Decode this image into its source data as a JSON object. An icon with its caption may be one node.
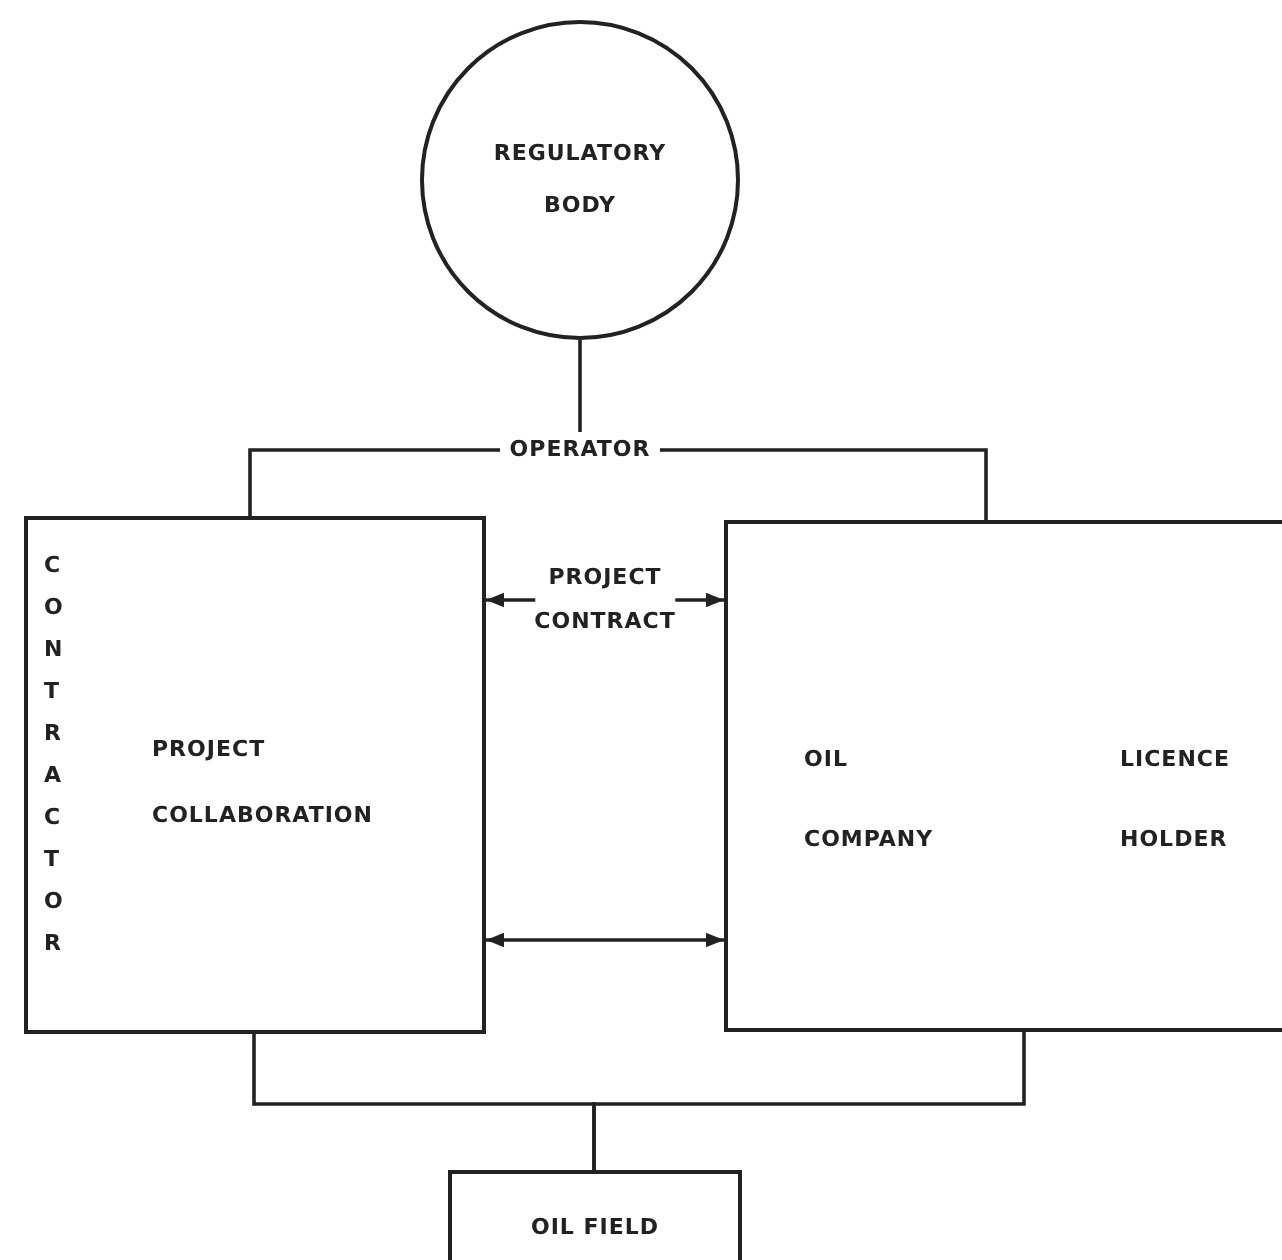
{
  "diagram": {
    "nodes": [
      {
        "text": [
          "REGULATORY BODY"
        ]
      },
      {
        "text": [
          "OPERATOR"
        ]
      },
      {
        "text": [
          "CONTRACTOR",
          "PROJECT COLLABORATION"
        ]
      },
      {
        "text": [
          "OIL COMPANY",
          "LICENCE HOLDER"
        ]
      },
      {
        "text": [
          "OIL FIELD"
        ]
      }
    ],
    "edges": [
      {
        "from": 0,
        "to": 1,
        "arrow": "none"
      },
      {
        "from": 1,
        "to": 2,
        "arrow": "none"
      },
      {
        "from": 1,
        "to": 3,
        "arrow": "none"
      },
      {
        "from": 2,
        "to": 3,
        "arrow": "both",
        "label": "PROJECT CONTRACT"
      },
      {
        "from": 2,
        "to": 3,
        "arrow": "both"
      },
      {
        "from": 2,
        "to": 4,
        "arrow": "none"
      },
      {
        "from": 3,
        "to": 4,
        "arrow": "none"
      }
    ]
  }
}
